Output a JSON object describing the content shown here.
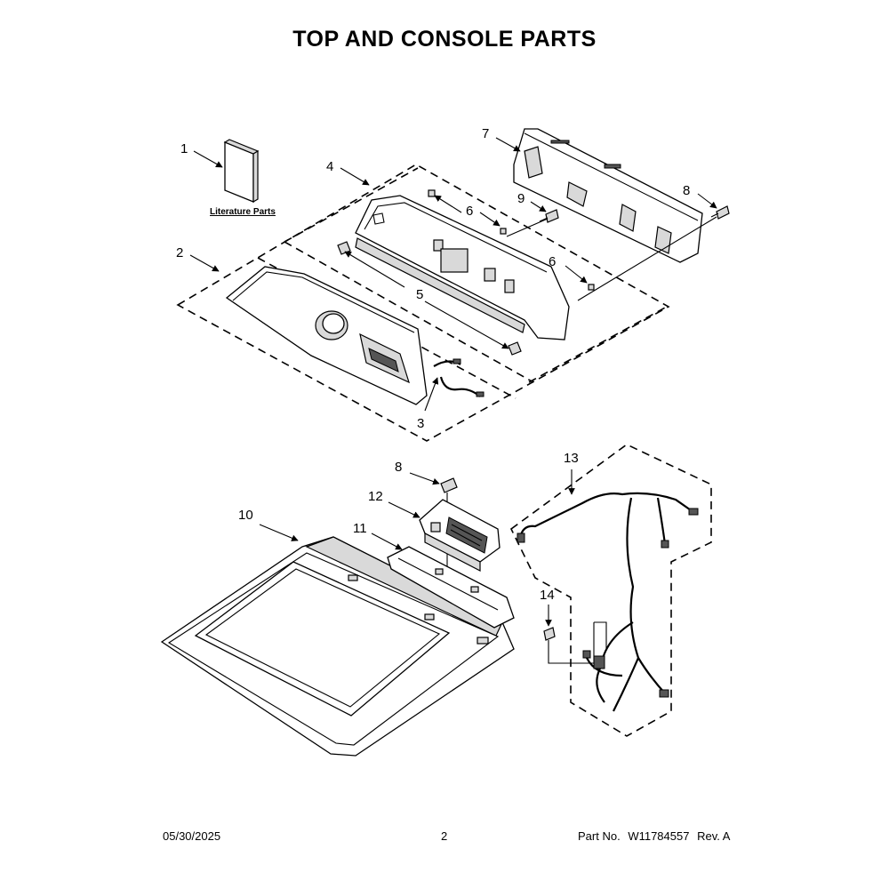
{
  "title": "TOP AND CONSOLE PARTS",
  "callouts": {
    "c1": "1",
    "c2": "2",
    "c3": "3",
    "c4": "4",
    "c5": "5",
    "c6a": "6",
    "c6b": "6",
    "c7": "7",
    "c8a": "8",
    "c8b": "8",
    "c9": "9",
    "c10": "10",
    "c11": "11",
    "c12": "12",
    "c13": "13",
    "c14": "14"
  },
  "literature_label": "Literature Parts",
  "footer": {
    "date": "05/30/2025",
    "page": "2",
    "part_label": "Part No.",
    "part_number": "W11784557",
    "revision": "Rev. A"
  }
}
